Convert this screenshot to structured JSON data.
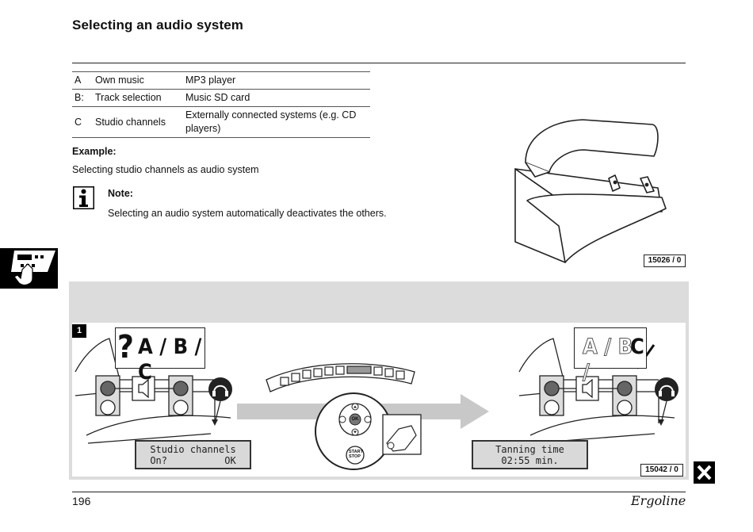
{
  "page": {
    "title": "Selecting an audio system",
    "page_number": "196",
    "brand": "Ergoline"
  },
  "options_table": {
    "rows": [
      {
        "key": "A",
        "name": "Own music",
        "description": "MP3 player"
      },
      {
        "key": "B:",
        "name": "Track selection",
        "description": "Music SD card"
      },
      {
        "key": "C",
        "name": "Studio channels",
        "description": "Externally connected systems (e.g. CD players)"
      }
    ]
  },
  "example": {
    "heading": "Example:",
    "text": "Selecting studio channels as audio system"
  },
  "note": {
    "icon": "info-icon",
    "heading": "Note:",
    "text": "Selecting an audio system automatically deactivates the others."
  },
  "figure1": {
    "label": "15026 / 0",
    "icon": "tanning-bed-illustration"
  },
  "figure2": {
    "step": "1",
    "label": "15042 / 0",
    "question_mark": "?",
    "options_before": "A / B / C",
    "options_after_faded": "A / B /",
    "options_after_selected": "C",
    "lcd_before": {
      "line1": "Studio channels",
      "line2": "On?          OK"
    },
    "lcd_after": {
      "line1": "Tanning time",
      "line2": "02:55 min."
    },
    "ok_label": "OK",
    "start_stop_label_1": "START",
    "start_stop_label_2": "STOP"
  },
  "side_tab_icon": "hand-press-panel-icon",
  "close_icon": "close-icon"
}
